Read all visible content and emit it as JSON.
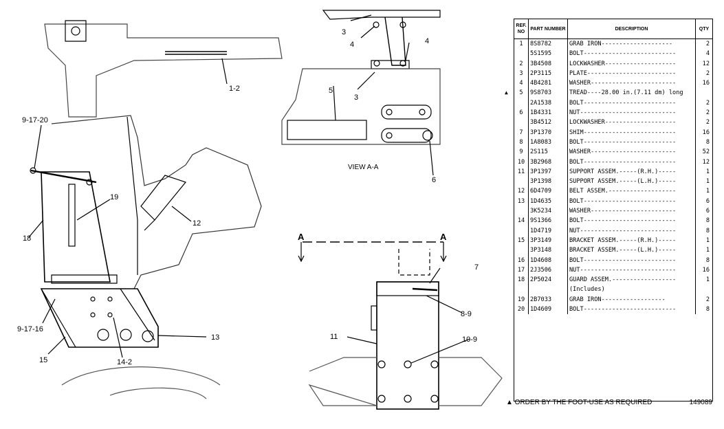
{
  "drawing": {
    "view_label": "VIEW A-A",
    "section_marker": "A",
    "callouts": [
      "1-2",
      "3",
      "3",
      "4",
      "4",
      "5",
      "6",
      "7",
      "8-9",
      "9-17-20",
      "9-17-16",
      "10-9",
      "11",
      "12",
      "13",
      "14-2",
      "15",
      "18",
      "19"
    ]
  },
  "parts_table": {
    "headers": {
      "ref": "REF. NO",
      "part": "PART NUMBER",
      "description": "DESCRIPTION",
      "qty": "QTY"
    },
    "rows": [
      {
        "ref": "1",
        "part": "8S8782",
        "desc": "GRAB IRON--------------------",
        "qty": "2",
        "mark": ""
      },
      {
        "ref": "",
        "part": "5S1595",
        "desc": "BOLT--------------------------",
        "qty": "4",
        "mark": ""
      },
      {
        "ref": "2",
        "part": "3B4508",
        "desc": "LOCKWASHER--------------------",
        "qty": "12",
        "mark": ""
      },
      {
        "ref": "3",
        "part": "2P3115",
        "desc": "PLATE-------------------------",
        "qty": "2",
        "mark": ""
      },
      {
        "ref": "4",
        "part": "4B4281",
        "desc": "WASHER------------------------",
        "qty": "16",
        "mark": ""
      },
      {
        "ref": "5",
        "part": "9S8703",
        "desc": "TREAD----28.00 in.(7.11 dm) long",
        "qty": "",
        "mark": "▲"
      },
      {
        "ref": "",
        "part": "2A1538",
        "desc": "BOLT--------------------------",
        "qty": "2",
        "mark": ""
      },
      {
        "ref": "6",
        "part": "1B4331",
        "desc": "NUT---------------------------",
        "qty": "2",
        "mark": ""
      },
      {
        "ref": "",
        "part": "3B4512",
        "desc": "LOCKWASHER--------------------",
        "qty": "2",
        "mark": ""
      },
      {
        "ref": "7",
        "part": "3P1370",
        "desc": "SHIM--------------------------",
        "qty": "16",
        "mark": ""
      },
      {
        "ref": "8",
        "part": "1A8083",
        "desc": "BOLT--------------------------",
        "qty": "8",
        "mark": ""
      },
      {
        "ref": "9",
        "part": "2S115",
        "desc": "WASHER------------------------",
        "qty": "52",
        "mark": ""
      },
      {
        "ref": "10",
        "part": "3B2968",
        "desc": "BOLT--------------------------",
        "qty": "12",
        "mark": ""
      },
      {
        "ref": "11",
        "part": "3P1397",
        "desc": "SUPPORT ASSEM.-----(R.H.)-----",
        "qty": "1",
        "mark": ""
      },
      {
        "ref": "",
        "part": "3P1398",
        "desc": "SUPPORT ASSEM.-----(L.H.)-----",
        "qty": "1",
        "mark": ""
      },
      {
        "ref": "12",
        "part": "6D4709",
        "desc": "BELT ASSEM.-------------------",
        "qty": "1",
        "mark": ""
      },
      {
        "ref": "13",
        "part": "1D4635",
        "desc": "BOLT--------------------------",
        "qty": "6",
        "mark": ""
      },
      {
        "ref": "",
        "part": "3K5234",
        "desc": "WASHER------------------------",
        "qty": "6",
        "mark": ""
      },
      {
        "ref": "14",
        "part": "9S1366",
        "desc": "BOLT--------------------------",
        "qty": "8",
        "mark": ""
      },
      {
        "ref": "",
        "part": "1D4719",
        "desc": "NUT---------------------------",
        "qty": "8",
        "mark": ""
      },
      {
        "ref": "15",
        "part": "3P3149",
        "desc": "BRACKET ASSEM.-----(R.H.)-----",
        "qty": "1",
        "mark": ""
      },
      {
        "ref": "",
        "part": "3P3148",
        "desc": "BRACKET ASSEM.-----(L.H.)-----",
        "qty": "1",
        "mark": ""
      },
      {
        "ref": "16",
        "part": "1D4608",
        "desc": "BOLT--------------------------",
        "qty": "8",
        "mark": ""
      },
      {
        "ref": "17",
        "part": "2J3506",
        "desc": "NUT---------------------------",
        "qty": "16",
        "mark": ""
      },
      {
        "ref": "18",
        "part": "2P5024",
        "desc": "GUARD ASSEM.------------------",
        "qty": "1",
        "mark": ""
      },
      {
        "ref": "",
        "part": "",
        "desc": "  (Includes)",
        "qty": "",
        "mark": ""
      },
      {
        "ref": "19",
        "part": "2B7033",
        "desc": "  GRAB IRON------------------",
        "qty": "2",
        "mark": ""
      },
      {
        "ref": "20",
        "part": "1D4609",
        "desc": "BOLT--------------------------",
        "qty": "8",
        "mark": ""
      }
    ],
    "footer_note": "▲ ORDER BY THE FOOT-USE AS REQUIRED",
    "drawing_code": "149089"
  }
}
